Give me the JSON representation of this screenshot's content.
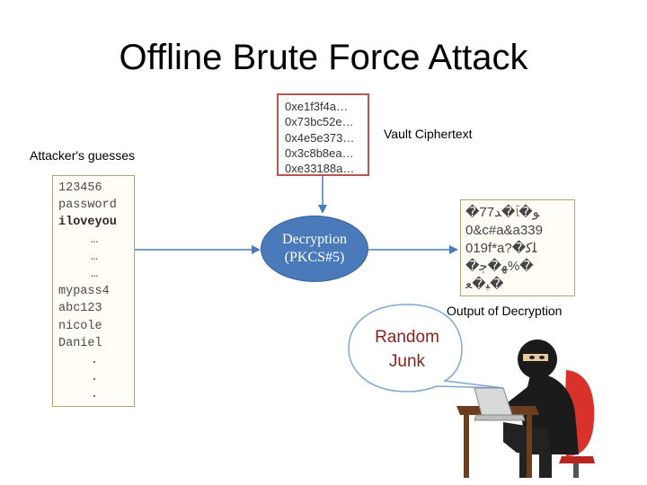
{
  "title": "Offline Brute Force Attack",
  "attacker_caption": "Attacker's guesses",
  "guesses": [
    {
      "text": "123456",
      "style": "normal"
    },
    {
      "text": "password",
      "style": "normal"
    },
    {
      "text": "iloveyou",
      "style": "bold"
    },
    {
      "text": "…",
      "style": "center"
    },
    {
      "text": "…",
      "style": "center"
    },
    {
      "text": "…",
      "style": "center"
    },
    {
      "text": "mypass4",
      "style": "normal"
    },
    {
      "text": "abc123",
      "style": "normal"
    },
    {
      "text": "nicole",
      "style": "normal"
    },
    {
      "text": "Daniel",
      "style": "normal"
    },
    {
      "text": ".",
      "style": "center"
    },
    {
      "text": ".",
      "style": "center"
    },
    {
      "text": ".",
      "style": "center"
    }
  ],
  "ciphertexts": [
    "0xe1f3f4a…",
    "0x73bc52e…",
    "0x4e5e373…",
    "0x3c8b8ea…",
    "0xe33188a…"
  ],
  "vault_label": "Vault Ciphertext",
  "decryption": {
    "line1": "Decryption",
    "line2": "(PKCS#5)"
  },
  "junk_lines": [
    "�ﻮ�ﭑ�ﺪ77",
    "0&c#a&a339",
    "019f*a?�ﻠﮐ",
    "�ﻬ�ﭴ%�",
    "ﺒ�ﻌ�"
  ],
  "output_label": "Output of Decryption",
  "speech": {
    "line1": "Random",
    "line2": "Junk"
  },
  "colors": {
    "decryption_fill": "#4a7ab9",
    "cipher_border": "#b5574f",
    "speech_text": "#8a2222",
    "arrow": "#4a7ab9"
  },
  "icons": {
    "attacker": "hooded-hacker-at-laptop-icon"
  }
}
